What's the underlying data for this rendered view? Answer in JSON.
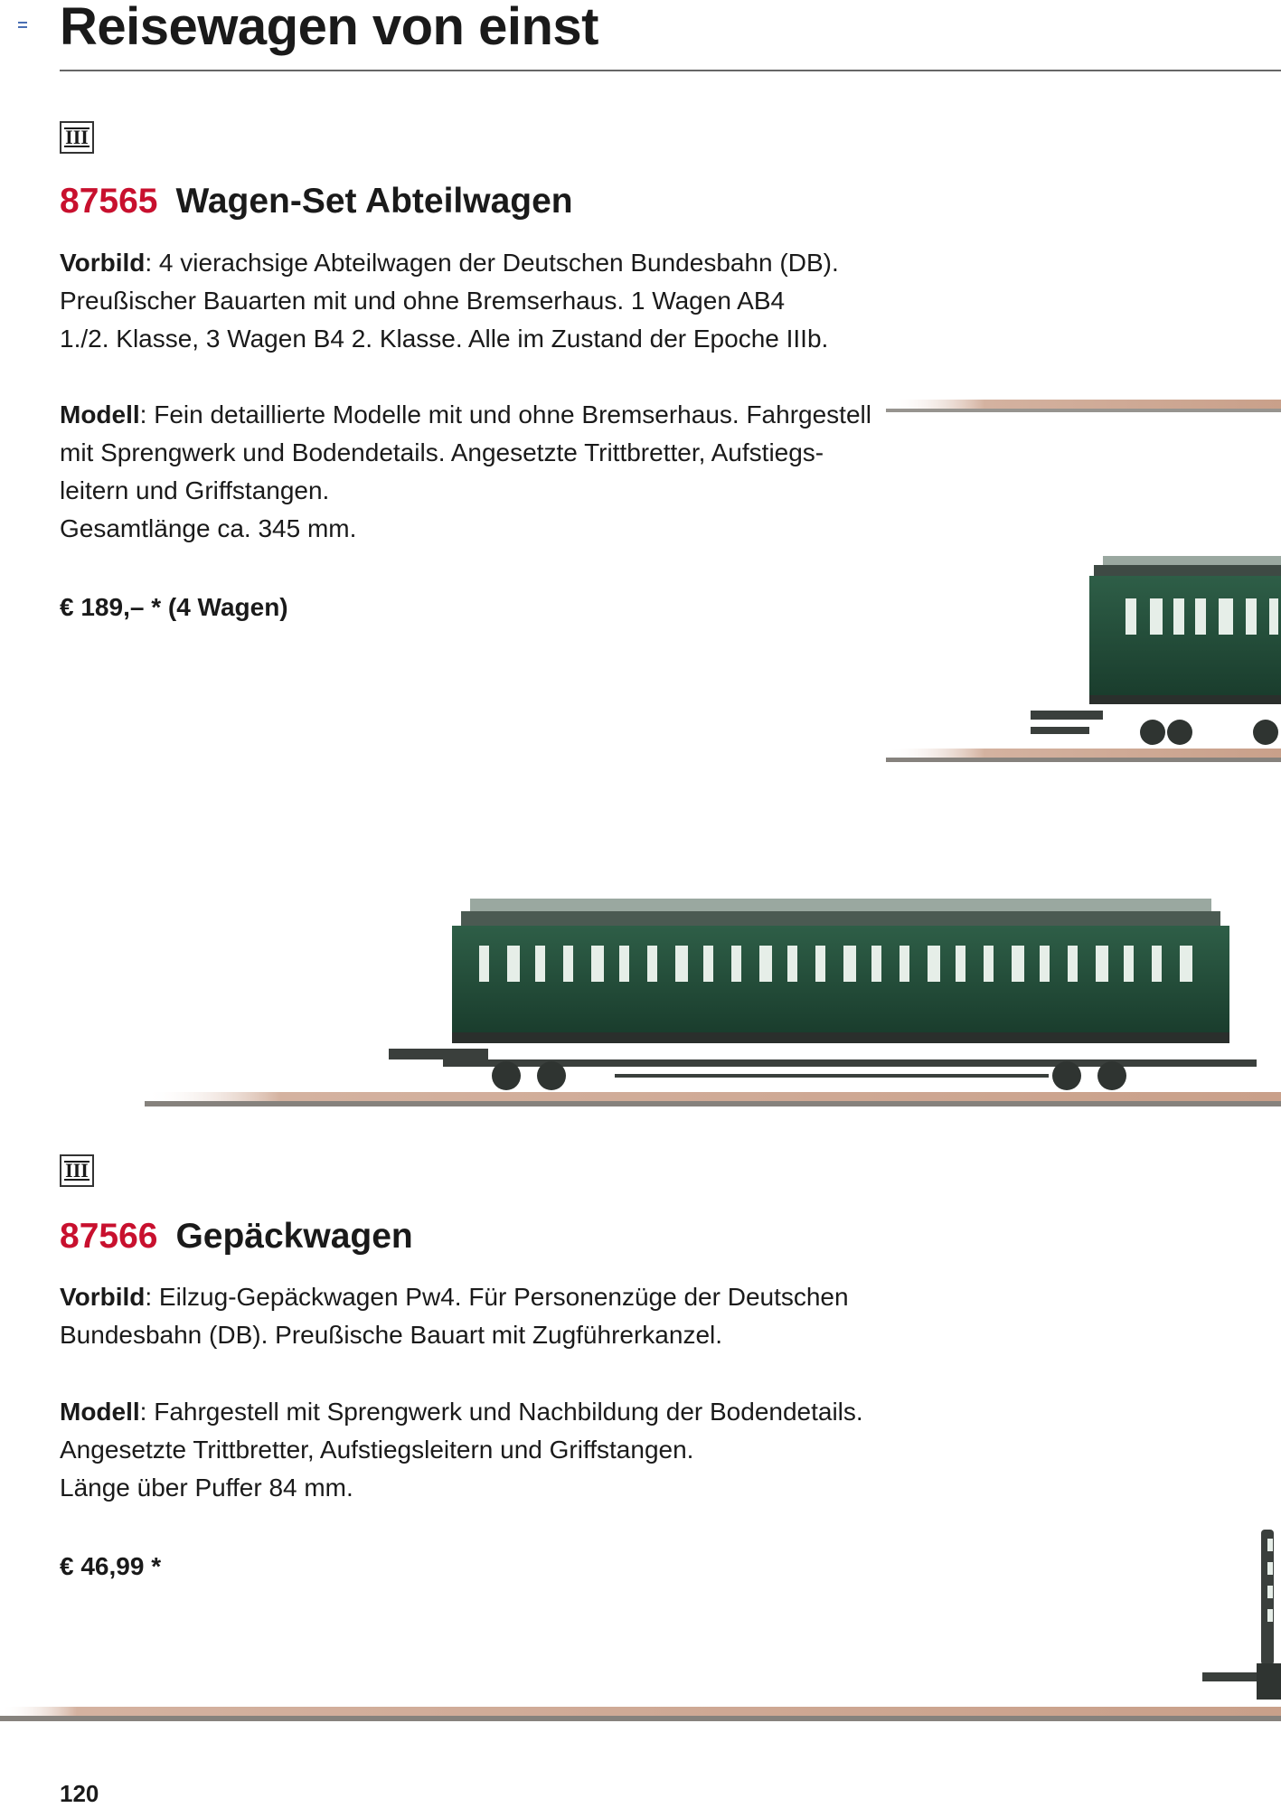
{
  "page": {
    "title": "Reisewagen von einst",
    "page_number": "120"
  },
  "products": [
    {
      "epoch": "III",
      "number": "87565",
      "name": "Wagen-Set Abteilwagen",
      "vorbild_label": "Vorbild",
      "vorbild_lines": [
        ": 4 vierachsige Abteilwagen der Deutschen Bundesbahn (DB).",
        "Preußischer Bauarten mit und ohne Bremserhaus. 1 Wagen AB4",
        "1./2. Klasse, 3 Wagen B4 2. Klasse. Alle im Zustand der Epoche IIIb."
      ],
      "modell_label": "Modell",
      "modell_lines": [
        ": Fein detaillierte Modelle mit und ohne Bremserhaus. Fahrgestell",
        "mit Sprengwerk und Bodendetails. Angesetzte Trittbretter, Aufstiegs-",
        "leitern und Griffstangen.",
        "Gesamtlänge ca. 345 mm."
      ],
      "price": "€ 189,– * (4 Wagen)"
    },
    {
      "epoch": "III",
      "number": "87566",
      "name": "Gepäckwagen",
      "vorbild_label": "Vorbild",
      "vorbild_lines": [
        ": Eilzug-Gepäckwagen Pw4. Für Personenzüge der Deutschen",
        "Bundesbahn (DB). Preußische Bauart mit Zugführerkanzel."
      ],
      "modell_label": "Modell",
      "modell_lines": [
        ": Fahrgestell mit Sprengwerk und Nachbildung der Bodendetails.",
        "Angesetzte Trittbretter, Aufstiegsleitern und Griffstangen.",
        "Länge über Puffer 84 mm."
      ],
      "price": "€ 46,99 *"
    }
  ],
  "colors": {
    "accent": "#c8102e",
    "text": "#1a1a1a",
    "wagon_green": "#1f4a36",
    "track_rail": "#c9a08a"
  }
}
